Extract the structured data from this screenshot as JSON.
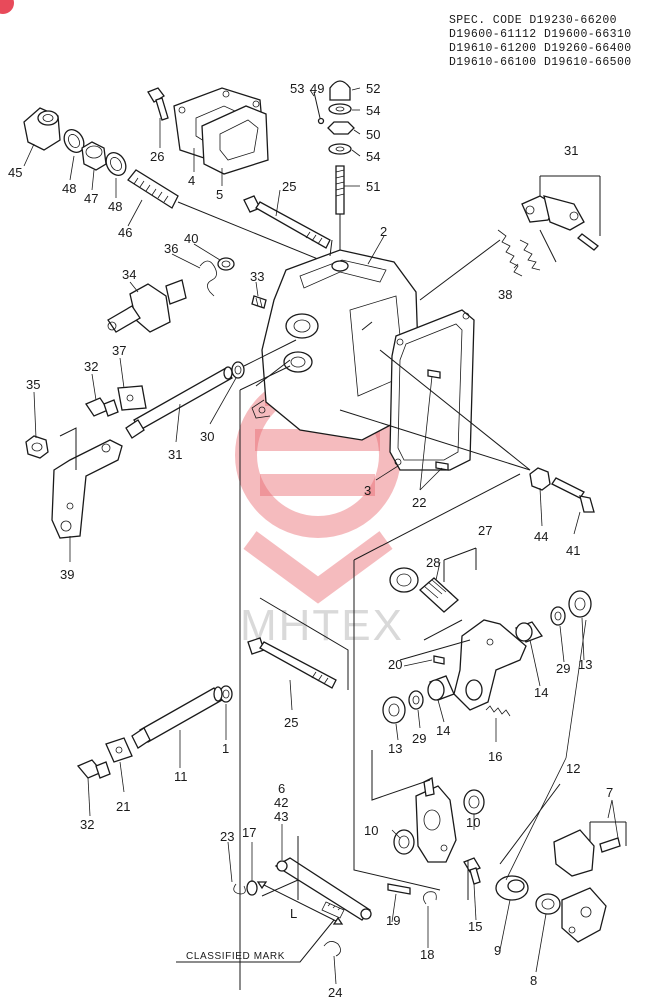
{
  "spec": {
    "heading": "SPEC. CODE",
    "codes": [
      "D19230-66200",
      "D19600-61112",
      "D19600-66310",
      "D19610-61200",
      "D19260-66400",
      "D19610-66100",
      "D19610-66500"
    ]
  },
  "labels": {
    "classified_mark": "CLASSIFIED MARK",
    "dimension": "L"
  },
  "watermark": "MHTEX",
  "colors": {
    "watermark": "#e8686e",
    "line": "#1a1a1a",
    "badge": "#e84a5a"
  },
  "parts": [
    "45",
    "48",
    "47",
    "48",
    "46",
    "26",
    "4",
    "5",
    "53",
    "49",
    "52",
    "54",
    "50",
    "54",
    "51",
    "25",
    "2",
    "31",
    "36",
    "40",
    "34",
    "33",
    "38",
    "32",
    "37",
    "35",
    "31",
    "30",
    "39",
    "3",
    "22",
    "44",
    "41",
    "28",
    "27",
    "20",
    "14",
    "29",
    "13",
    "14",
    "29",
    "13",
    "16",
    "12",
    "25",
    "1",
    "11",
    "21",
    "32",
    "6",
    "42",
    "43",
    "23",
    "17",
    "10",
    "10",
    "7",
    "19",
    "15",
    "18",
    "9",
    "8",
    "24"
  ]
}
